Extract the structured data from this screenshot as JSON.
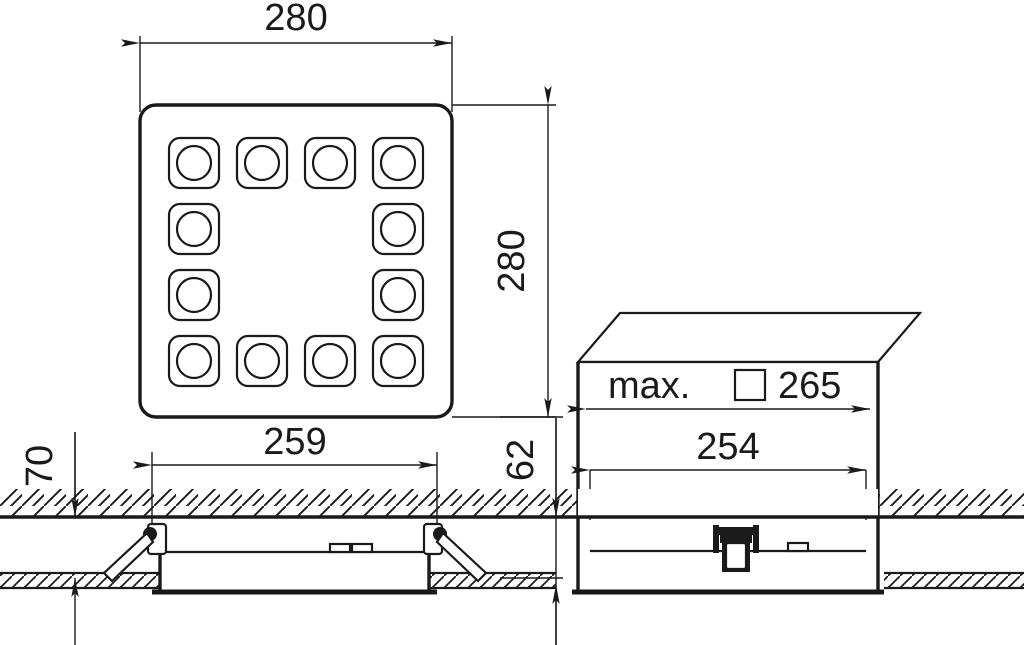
{
  "drawing": {
    "title": "Recessed square LED luminaire — dimensioned technical drawing",
    "units": "mm",
    "line_color": "#1a1a1a",
    "background_color": "#ffffff",
    "views": [
      {
        "name": "top-view",
        "label": "Front/top face of square luminaire",
        "module_count": 12,
        "module_layout": "4x4 grid with empty 2x2 center"
      },
      {
        "name": "section-view-left",
        "label": "Cross-section through recessed luminaire in ceiling"
      },
      {
        "name": "box-view-right",
        "label": "Mounting box / housing with lid in oblique projection"
      }
    ]
  },
  "dimensions": {
    "top_width": "280",
    "right_height": "280",
    "section_width": "259",
    "section_depth": "70",
    "box_depth": "62",
    "box_opening": "265",
    "box_opening_prefix": "max.",
    "box_opening_symbol": "square",
    "box_width": "254"
  },
  "labels": {
    "max_265_full": "max. 265",
    "d280_top": "280",
    "d280_right": "280",
    "d259": "259",
    "d70": "70",
    "d62": "62",
    "d254": "254"
  }
}
